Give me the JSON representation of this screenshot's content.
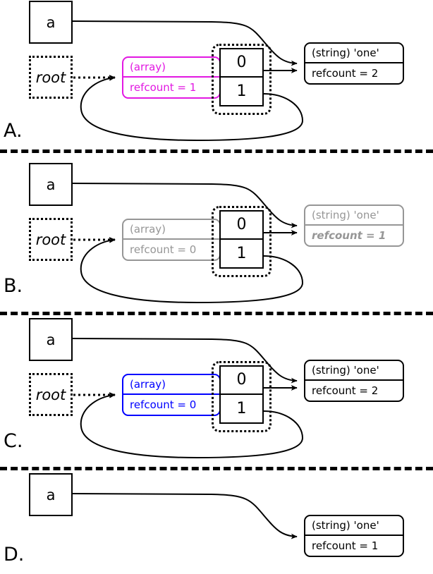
{
  "figure": {
    "type": "reference-counting-diagram",
    "panels": [
      {
        "label": "A.",
        "variable_box": "a",
        "root_box": "root",
        "array_record": {
          "type_label": "(array)",
          "refcount_label": "refcount = 1",
          "color": "#e218e2"
        },
        "cells": [
          "0",
          "1"
        ],
        "string_record": {
          "type_label": "(string) 'one'",
          "refcount_label": "refcount = 2",
          "color": "#000000"
        }
      },
      {
        "label": "B.",
        "variable_box": "a",
        "root_box": "root",
        "array_record": {
          "type_label": "(array)",
          "refcount_label": "refcount = 0",
          "color": "#969696"
        },
        "cells": [
          "0",
          "1"
        ],
        "string_record": {
          "type_label": "(string) 'one'",
          "refcount_label": "refcount = 1",
          "color": "#969696"
        }
      },
      {
        "label": "C.",
        "variable_box": "a",
        "root_box": "root",
        "array_record": {
          "type_label": "(array)",
          "refcount_label": "refcount = 0",
          "color": "#0000ff"
        },
        "cells": [
          "0",
          "1"
        ],
        "string_record": {
          "type_label": "(string) 'one'",
          "refcount_label": "refcount = 2",
          "color": "#000000"
        }
      },
      {
        "label": "D.",
        "variable_box": "a",
        "string_record": {
          "type_label": "(string) 'one'",
          "refcount_label": "refcount = 1",
          "color": "#000000"
        }
      }
    ],
    "colors": {
      "magenta": "#e218e2",
      "blue": "#0000ff",
      "grey": "#969696",
      "black": "#000000"
    }
  }
}
